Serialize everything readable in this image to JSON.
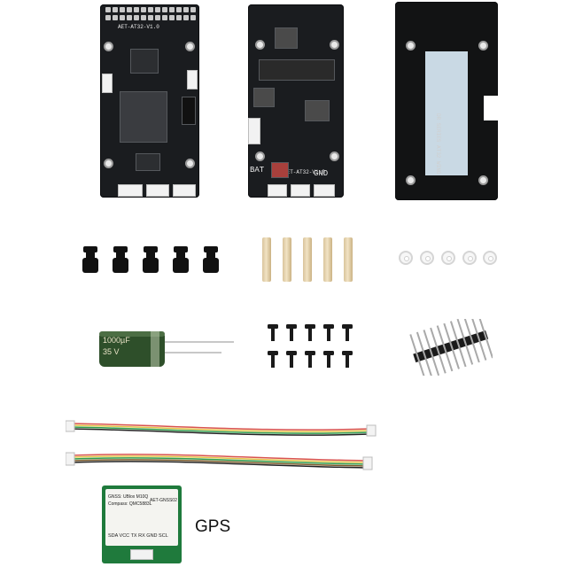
{
  "fc_board": {
    "top_label": "AET-AT32-V1.0"
  },
  "pdb_board": {
    "top_label": "AET-AT32-V1.0",
    "bat_label": "BAT",
    "gnd_label": "GND"
  },
  "cover": {
    "side_text": "DR SERIES AT32 WING"
  },
  "capacitor": {
    "rating": "1000µF",
    "voltage": "35 V"
  },
  "gps_module": {
    "line1": "GNSS: UBlox M10Q",
    "line2": "Compass: QMC5883L",
    "model": "AET-GNSS02",
    "pins": "SDA  VCC  TX  RX  GND  SCL"
  },
  "gps_caption": "GPS",
  "colors": {
    "pcb": "#1a1c1f",
    "foam": "#c9d9e4",
    "brass": "#e8d6b0",
    "gps_pcb": "#1f7a3c",
    "capacitor": "#2e4f2a"
  }
}
